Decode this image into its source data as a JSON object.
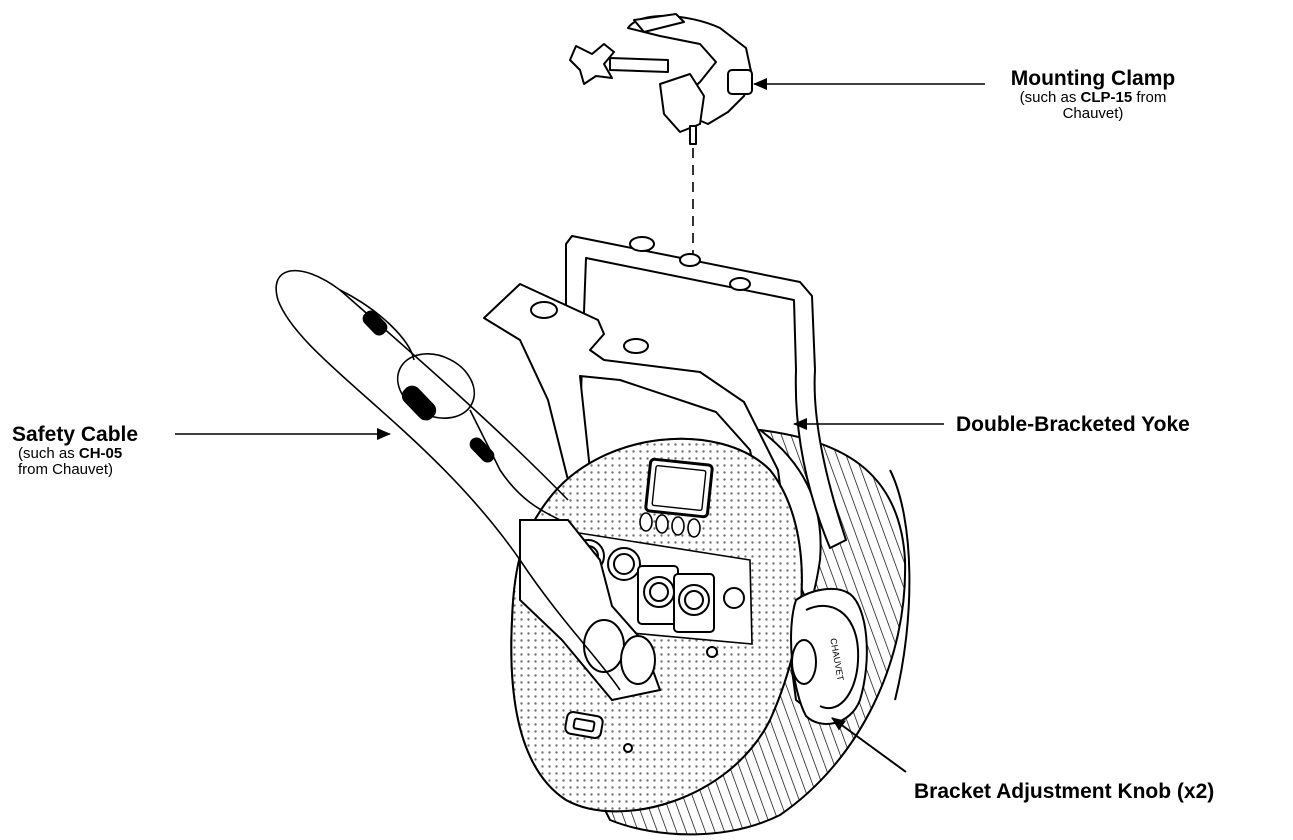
{
  "labels": {
    "clamp": {
      "title": "Mounting Clamp",
      "line1_pre": "(such as ",
      "line1_bold": "CLP-15",
      "line1_post": " from",
      "line2": "Chauvet)"
    },
    "cable": {
      "title": "Safety Cable",
      "line1_pre": "(such as ",
      "line1_bold": "CH-05",
      "line2": "from Chauvet)"
    },
    "yoke": {
      "title": "Double-Bracketed Yoke"
    },
    "knob": {
      "title": "Bracket Adjustment Knob (x2)"
    }
  },
  "colors": {
    "ink": "#000000",
    "paper": "#ffffff",
    "shade": "#e8e8e8"
  }
}
